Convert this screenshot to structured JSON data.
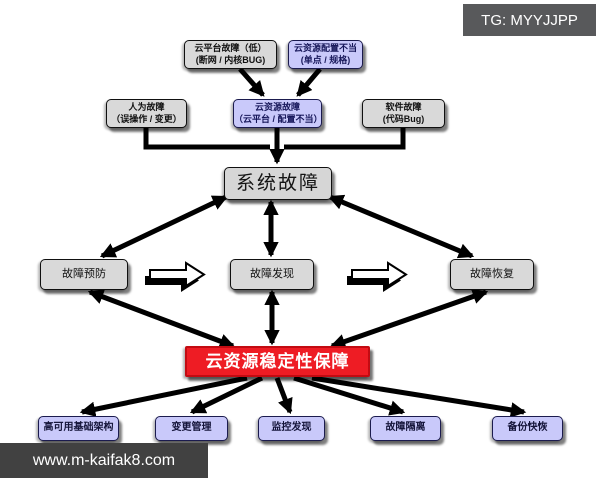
{
  "watermarks": {
    "tg": "TG: MYYJJPP",
    "site": "www.m-kaifak8.com"
  },
  "diagram": {
    "root": {
      "label": "系统故障"
    },
    "causes_top": [
      {
        "label": "云平台故障（低）",
        "sub": "(断网 / 内核BUG)",
        "variant": "gray"
      },
      {
        "label": "云资源配置不当",
        "sub": "(单点 / 规格)",
        "variant": "purple"
      }
    ],
    "causes_mid": [
      {
        "label": "人为故障",
        "sub": "（误操作 / 变更）",
        "variant": "gray"
      },
      {
        "label": "云资源故障",
        "sub": "（云平台 / 配置不当）",
        "variant": "purple"
      },
      {
        "label": "软件故障",
        "sub": "(代码Bug)",
        "variant": "gray"
      }
    ],
    "process": [
      {
        "label": "故障预防"
      },
      {
        "label": "故障发现"
      },
      {
        "label": "故障恢复"
      }
    ],
    "goal": {
      "label": "云资源稳定性保障"
    },
    "measures": [
      {
        "label": "高可用基础架构"
      },
      {
        "label": "变更管理"
      },
      {
        "label": "监控发现"
      },
      {
        "label": "故障隔离"
      },
      {
        "label": "备份快恢"
      }
    ]
  },
  "colors": {
    "node_gray": "#d9d9d9",
    "node_purple": "#c9c9fa",
    "goal_red": "#ee1c24",
    "connector_black": "#000000",
    "badge_dark_gray": "#58595b",
    "badge_dark": "#414141"
  }
}
